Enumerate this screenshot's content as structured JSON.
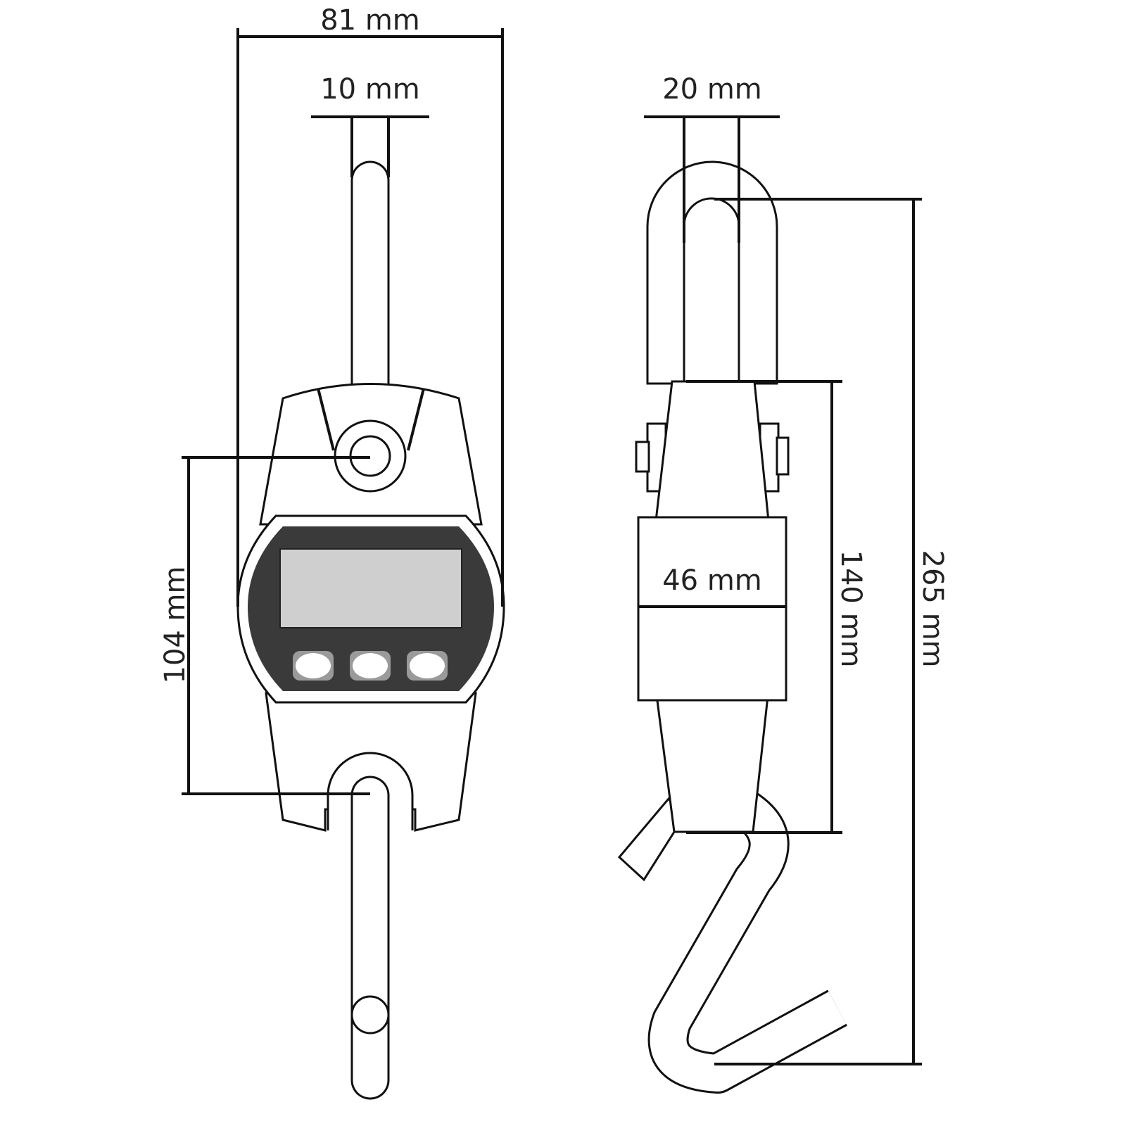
{
  "title": "Crane scale dimensions",
  "dimensions": {
    "overall_width": "81 mm",
    "top_hook_width": "10 mm",
    "hook_center_distance": "104 mm",
    "shackle_width": "20 mm",
    "body_depth": "46 mm",
    "body_height": "140 mm",
    "total_height": "265 mm"
  },
  "colors": {
    "display_bezel": "#3a3a3a",
    "lcd": "#cfcfcf",
    "button_rim": "#9a9a9a"
  }
}
